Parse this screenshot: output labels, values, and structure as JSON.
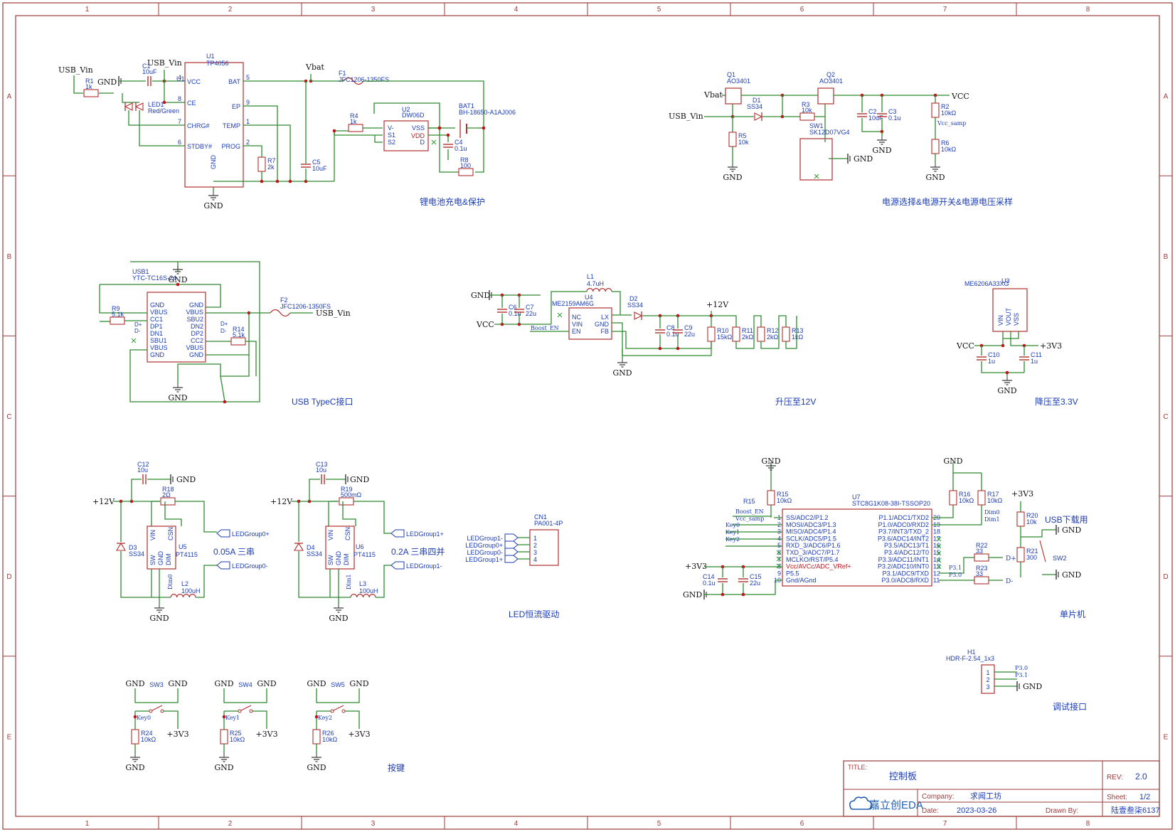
{
  "frame": {
    "cols": [
      "1",
      "2",
      "3",
      "4",
      "5",
      "6",
      "7",
      "8"
    ],
    "rows": [
      "A",
      "B",
      "C",
      "D",
      "E"
    ]
  },
  "sections": {
    "charge": "锂电池充电&保护",
    "power": "电源选择&电源开关&电源电压采样",
    "usb": "USB TypeC接口",
    "boost": "升压至12V",
    "ldo": "降压至3.3V",
    "led": "LED恒流驱动",
    "mcu": "单片机",
    "debug": "调试接口",
    "keys": "按键",
    "usbdl": "USB下载用"
  },
  "nets": {
    "usb_vin": "USB_Vin",
    "vbat": "Vbat",
    "gnd": "GND",
    "vcc": "VCC",
    "v12": "+12V",
    "v33": "+3V3",
    "boost_en": "Boost_EN",
    "vcc_samp": "Vcc_samp",
    "led0p": "LEDGroup0+",
    "led0m": "LEDGroup0-",
    "led1p": "LEDGroup1+",
    "led1m": "LEDGroup1-",
    "key0": "Key0",
    "key1": "Key1",
    "key2": "Key2",
    "dim0": "Dim0",
    "dim1": "Dim1",
    "dp": "D+",
    "dm": "D-",
    "p30": "P3.0",
    "p31": "P3.1"
  },
  "parts": {
    "u1": {
      "ref": "U1",
      "val": "TP4056",
      "pins": [
        "VCC",
        "CE",
        "CHRG#",
        "STDBY#",
        "BAT",
        "EP",
        "TEMP",
        "PROG",
        "GND"
      ]
    },
    "c1": {
      "ref": "C1",
      "val": "10uF"
    },
    "r1": {
      "ref": "R1",
      "val": "1k"
    },
    "led1": {
      "ref": "LED1",
      "val": "Red/Green"
    },
    "r7": {
      "ref": "R7",
      "val": "2k"
    },
    "c5": {
      "ref": "C5",
      "val": "10uF"
    },
    "f1": {
      "ref": "F1",
      "val": "JFC1206-1350FS"
    },
    "u2": {
      "ref": "U2",
      "val": "DW06D",
      "pins": [
        "V-",
        "S1",
        "S2",
        "VSS",
        "VDD",
        "D"
      ]
    },
    "r4": {
      "ref": "R4",
      "val": "1k"
    },
    "bat1": {
      "ref": "BAT1",
      "val": "BH-18650-A1AJ006"
    },
    "c4": {
      "ref": "C4",
      "val": "0.1u"
    },
    "r8": {
      "ref": "R8",
      "val": "100"
    },
    "q1": {
      "ref": "Q1",
      "val": "AO3401"
    },
    "q2": {
      "ref": "Q2",
      "val": "AO3401"
    },
    "d1": {
      "ref": "D1",
      "val": "SS34"
    },
    "r3": {
      "ref": "R3",
      "val": "10k"
    },
    "r5": {
      "ref": "R5",
      "val": "10k"
    },
    "c2": {
      "ref": "C2",
      "val": "10uF"
    },
    "c3": {
      "ref": "C3",
      "val": "0.1u"
    },
    "r2": {
      "ref": "R2",
      "val": "10kΩ"
    },
    "r6": {
      "ref": "R6",
      "val": "10kΩ"
    },
    "sw1": {
      "ref": "SW1",
      "val": "SK12D07VG4"
    },
    "usb1": {
      "ref": "USB1",
      "val": "YTC-TC16S-24",
      "pins_left": [
        "GND",
        "VBUS",
        "CC1",
        "DP1",
        "DN1",
        "SBU1",
        "VBUS",
        "GND"
      ],
      "pins_right": [
        "GND",
        "VBUS",
        "SBU2",
        "DN2",
        "DP2",
        "CC2",
        "VBUS",
        "GND"
      ]
    },
    "r9": {
      "ref": "R9",
      "val": "5.1k"
    },
    "r14": {
      "ref": "R14",
      "val": "5.1k"
    },
    "f2": {
      "ref": "F2",
      "val": "JFC1206-1350FS"
    },
    "l1": {
      "ref": "L1",
      "val": "4.7uH"
    },
    "u4": {
      "ref": "U4",
      "val": "ME2159AM6G",
      "pins": [
        "NC",
        "VIN",
        "EN",
        "LX",
        "GND",
        "FB"
      ]
    },
    "c6": {
      "ref": "C6",
      "val": "0.1u"
    },
    "c7": {
      "ref": "C7",
      "val": "22u"
    },
    "d2": {
      "ref": "D2",
      "val": "SS34"
    },
    "c8": {
      "ref": "C8",
      "val": "0.1u"
    },
    "c9": {
      "ref": "C9",
      "val": "22u"
    },
    "r10": {
      "ref": "R10",
      "val": "15kΩ"
    },
    "r11": {
      "ref": "R11",
      "val": "2kΩ"
    },
    "r12": {
      "ref": "R12",
      "val": "2kΩ"
    },
    "r13": {
      "ref": "R13",
      "val": "1kΩ"
    },
    "u3": {
      "ref": "U3",
      "val": "ME6206A33XG",
      "pins": [
        "VIN",
        "VOUT",
        "VSS"
      ]
    },
    "c10": {
      "ref": "C10",
      "val": "1u"
    },
    "c11": {
      "ref": "C11",
      "val": "1u"
    },
    "c12": {
      "ref": "C12",
      "val": "10u"
    },
    "r18": {
      "ref": "R18",
      "val": "2Ω"
    },
    "u5": {
      "ref": "U5",
      "val": "PT4115",
      "pins": [
        "VIN",
        "CSN",
        "SW",
        "GND",
        "DIM"
      ]
    },
    "d3": {
      "ref": "D3",
      "val": "SS34"
    },
    "l2": {
      "ref": "L2",
      "val": "100uH"
    },
    "c13": {
      "ref": "C13",
      "val": "10u"
    },
    "r19": {
      "ref": "R19",
      "val": "500mΩ"
    },
    "u6": {
      "ref": "U6",
      "val": "PT4115",
      "pins": [
        "VIN",
        "CSN",
        "SW",
        "GND",
        "DIM"
      ]
    },
    "d4": {
      "ref": "D4",
      "val": "SS34"
    },
    "l3": {
      "ref": "L3",
      "val": "100uH"
    },
    "cn1": {
      "ref": "CN1",
      "val": "PA001-4P"
    },
    "u7": {
      "ref": "U7",
      "val": "STC8G1K08-38I-TSSOP20",
      "pins_left": [
        "SS/ADC2/P1.2",
        "MOSI/ADC3/P1.3",
        "MISO/ADC4/P1.4",
        "SCLK/ADC5/P1.5",
        "RXD_3/ADC6/P1.6",
        "TXD_3/ADC7/P1.7",
        "MCLKO/RST/P5.4",
        "Vcc/AVCc/ADC_VRef+",
        "P5.5",
        "Gnd/AGnd"
      ],
      "pins_right": [
        "P1.1/ADC1/TXD2",
        "P1.0/ADC0/RXD2",
        "P3.7/INT3/TXD_2",
        "P3.6/ADC14/INT2",
        "P3.5/ADC13/T1",
        "P3.4/ADC12/T0",
        "P3.3/ADC11/INT1",
        "P3.2/ADC10/INT0",
        "P3.1/ADC9/TXD",
        "P3.0/ADC8/RXD"
      ]
    },
    "r15": {
      "ref": "R15",
      "val": "10kΩ"
    },
    "r16": {
      "ref": "R16",
      "val": "10kΩ"
    },
    "r17": {
      "ref": "R17",
      "val": "10kΩ"
    },
    "c14": {
      "ref": "C14",
      "val": "0.1u"
    },
    "c15": {
      "ref": "C15",
      "val": "22u"
    },
    "r20": {
      "ref": "R20",
      "val": "10k"
    },
    "r21": {
      "ref": "R21",
      "val": "300"
    },
    "r22": {
      "ref": "R22",
      "val": "33"
    },
    "r23": {
      "ref": "R23",
      "val": "33"
    },
    "sw2": {
      "ref": "SW2",
      "val": ""
    },
    "h1": {
      "ref": "H1",
      "val": "HDR-F-2.54_1x3"
    },
    "sw3": {
      "ref": "SW3",
      "val": ""
    },
    "sw4": {
      "ref": "SW4",
      "val": ""
    },
    "sw5": {
      "ref": "SW5",
      "val": ""
    },
    "r24": {
      "ref": "R24",
      "val": "10kΩ"
    },
    "r25": {
      "ref": "R25",
      "val": "10kΩ"
    },
    "r26": {
      "ref": "R26",
      "val": "10kΩ"
    }
  },
  "notes": {
    "led_a": "0.05A 三串",
    "led_b": "0.2A 三串四并"
  },
  "titleblock": {
    "title_label": "TITLE:",
    "title": "控制板",
    "rev_label": "REV:",
    "rev": "2.0",
    "company_label": "Company:",
    "company": "求闻工坊",
    "sheet_label": "Sheet:",
    "sheet": "1/2",
    "date_label": "Date:",
    "date": "2023-03-26",
    "drawn_label": "Drawn By:",
    "drawn": "陆壹叁柒6137",
    "logo": "嘉立创EDA"
  },
  "colors": {
    "wire": "#2e8b2e",
    "part": "#b0302f",
    "text": "#1c3cb4",
    "junction": "#c0141b",
    "frame": "#9b3b3b"
  }
}
